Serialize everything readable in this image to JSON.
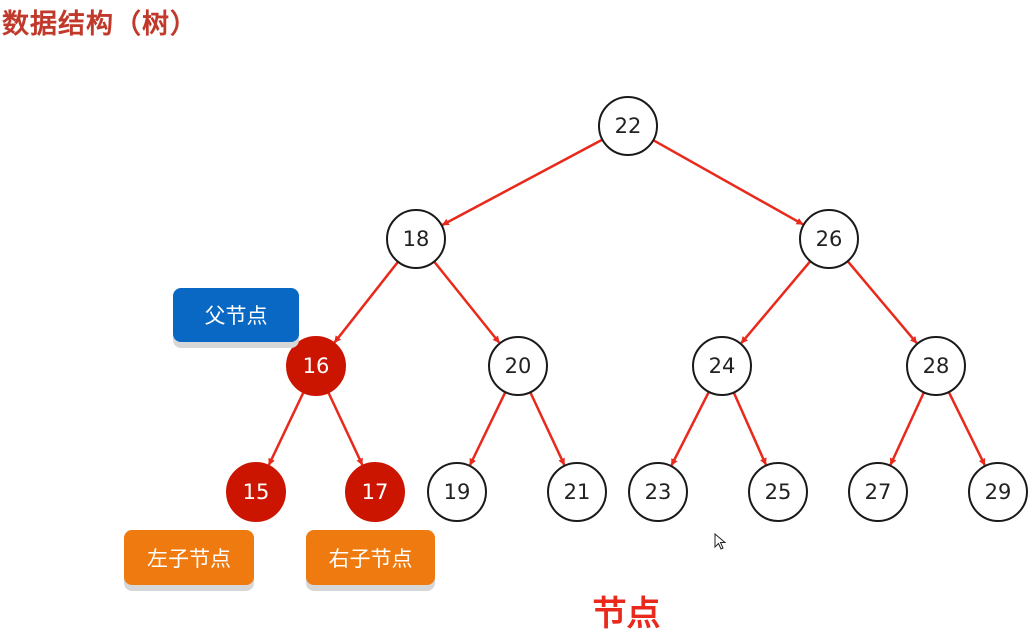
{
  "title": "数据结构（树）",
  "caption": "节点",
  "colors": {
    "edge": "#e8291c",
    "node_fill": "#ffffff",
    "node_stroke": "#1a1a1a",
    "highlight_fill": "#cc1500",
    "title": "#c0392b",
    "tag_blue": "#0968c4",
    "tag_orange": "#ef7a10"
  },
  "tree": {
    "nodes": [
      {
        "id": "22",
        "label": "22",
        "highlighted": false
      },
      {
        "id": "18",
        "label": "18",
        "highlighted": false
      },
      {
        "id": "26",
        "label": "26",
        "highlighted": false
      },
      {
        "id": "16",
        "label": "16",
        "highlighted": true
      },
      {
        "id": "20",
        "label": "20",
        "highlighted": false
      },
      {
        "id": "24",
        "label": "24",
        "highlighted": false
      },
      {
        "id": "28",
        "label": "28",
        "highlighted": false
      },
      {
        "id": "15",
        "label": "15",
        "highlighted": true
      },
      {
        "id": "17",
        "label": "17",
        "highlighted": true
      },
      {
        "id": "19",
        "label": "19",
        "highlighted": false
      },
      {
        "id": "21",
        "label": "21",
        "highlighted": false
      },
      {
        "id": "23",
        "label": "23",
        "highlighted": false
      },
      {
        "id": "25",
        "label": "25",
        "highlighted": false
      },
      {
        "id": "27",
        "label": "27",
        "highlighted": false
      },
      {
        "id": "29",
        "label": "29",
        "highlighted": false
      }
    ],
    "edges": [
      {
        "from": "22",
        "to": "18"
      },
      {
        "from": "22",
        "to": "26"
      },
      {
        "from": "18",
        "to": "16"
      },
      {
        "from": "18",
        "to": "20"
      },
      {
        "from": "26",
        "to": "24"
      },
      {
        "from": "26",
        "to": "28"
      },
      {
        "from": "16",
        "to": "15"
      },
      {
        "from": "16",
        "to": "17"
      },
      {
        "from": "20",
        "to": "19"
      },
      {
        "from": "20",
        "to": "21"
      },
      {
        "from": "24",
        "to": "23"
      },
      {
        "from": "24",
        "to": "25"
      },
      {
        "from": "28",
        "to": "27"
      },
      {
        "from": "28",
        "to": "29"
      }
    ]
  },
  "tags": {
    "parent": "父节点",
    "left_child": "左子节点",
    "right_child": "右子节点"
  },
  "icons": {
    "cursor": "mouse-pointer-icon"
  }
}
